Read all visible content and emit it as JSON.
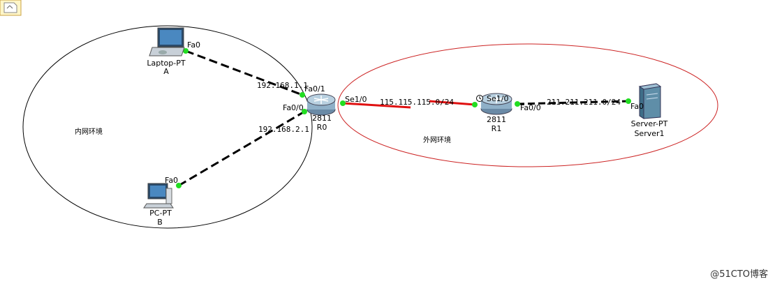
{
  "zones": {
    "lan": {
      "label": "内网环境",
      "stroke": "#000000"
    },
    "wan": {
      "label": "外网环境",
      "stroke": "#cc2222"
    }
  },
  "devices": {
    "laptop": {
      "type": "Laptop-PT",
      "name": "A",
      "port": "Fa0"
    },
    "pc": {
      "type": "PC-PT",
      "name": "B",
      "port": "Fa0"
    },
    "r0": {
      "model": "2811",
      "name": "R0",
      "port_fa01": "Fa0/1",
      "port_fa00": "Fa0/0",
      "port_se": "Se1/0"
    },
    "r1": {
      "model": "2811",
      "name": "R1",
      "port_se": "Se1/0",
      "port_fa": "Fa0/0"
    },
    "server": {
      "type": "Server-PT",
      "name": "Server1",
      "port": "Fa0"
    }
  },
  "links": {
    "laptop_r0": "192.168.1.1",
    "pc_r0": "192.168.2.1",
    "r0_r1": "115.115.115.0/24",
    "r1_server": "211.211.211.0/24"
  },
  "colors": {
    "serial_link": "#e01010",
    "ethernet_link": "#000000",
    "port_dot": "#22dd22",
    "router": "#8fb0c8"
  },
  "watermark": "@51CTO博客"
}
